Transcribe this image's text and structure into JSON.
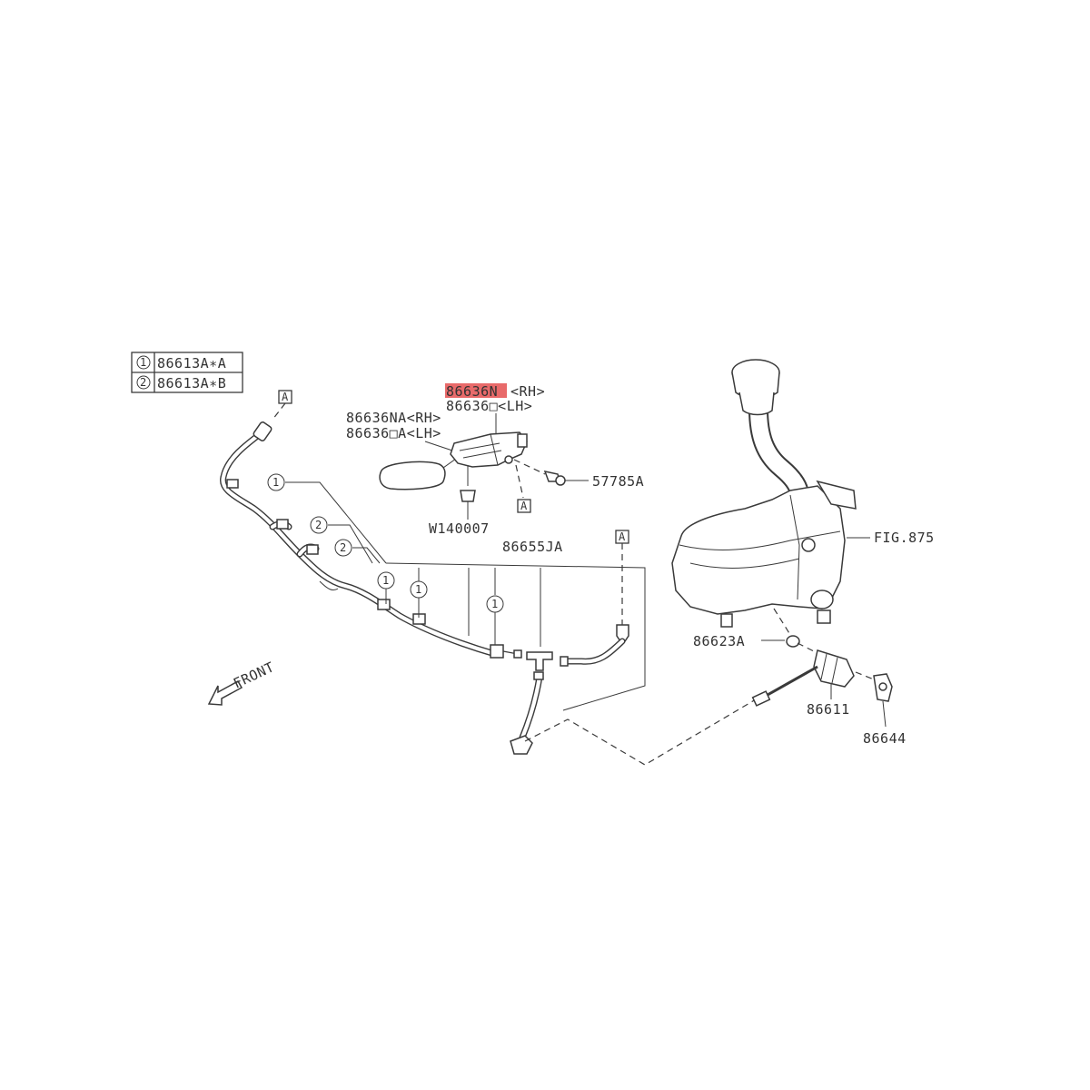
{
  "legend": {
    "rows": [
      {
        "num": "1",
        "part": "86613A∗A"
      },
      {
        "num": "2",
        "part": "86613A∗B"
      }
    ]
  },
  "labels": {
    "nozzle_rh": "86636N",
    "nozzle_rh_side": "<RH>",
    "nozzle_lh": "86636□<LH>",
    "cap_rh": "86636NA<RH>",
    "cap_lh": "86636□A<LH>",
    "screw": "57785A",
    "clip": "W140007",
    "hose_assy": "86655JA",
    "tank": "FIG.875",
    "grommet": "86623A",
    "motor": "86611",
    "clamp": "86644",
    "front": "FRONT"
  },
  "refs": {
    "a": "A",
    "one": "1",
    "two": "2"
  },
  "colors": {
    "highlight": "#e86a6a",
    "line": "#3a3a3a",
    "text": "#333333"
  }
}
